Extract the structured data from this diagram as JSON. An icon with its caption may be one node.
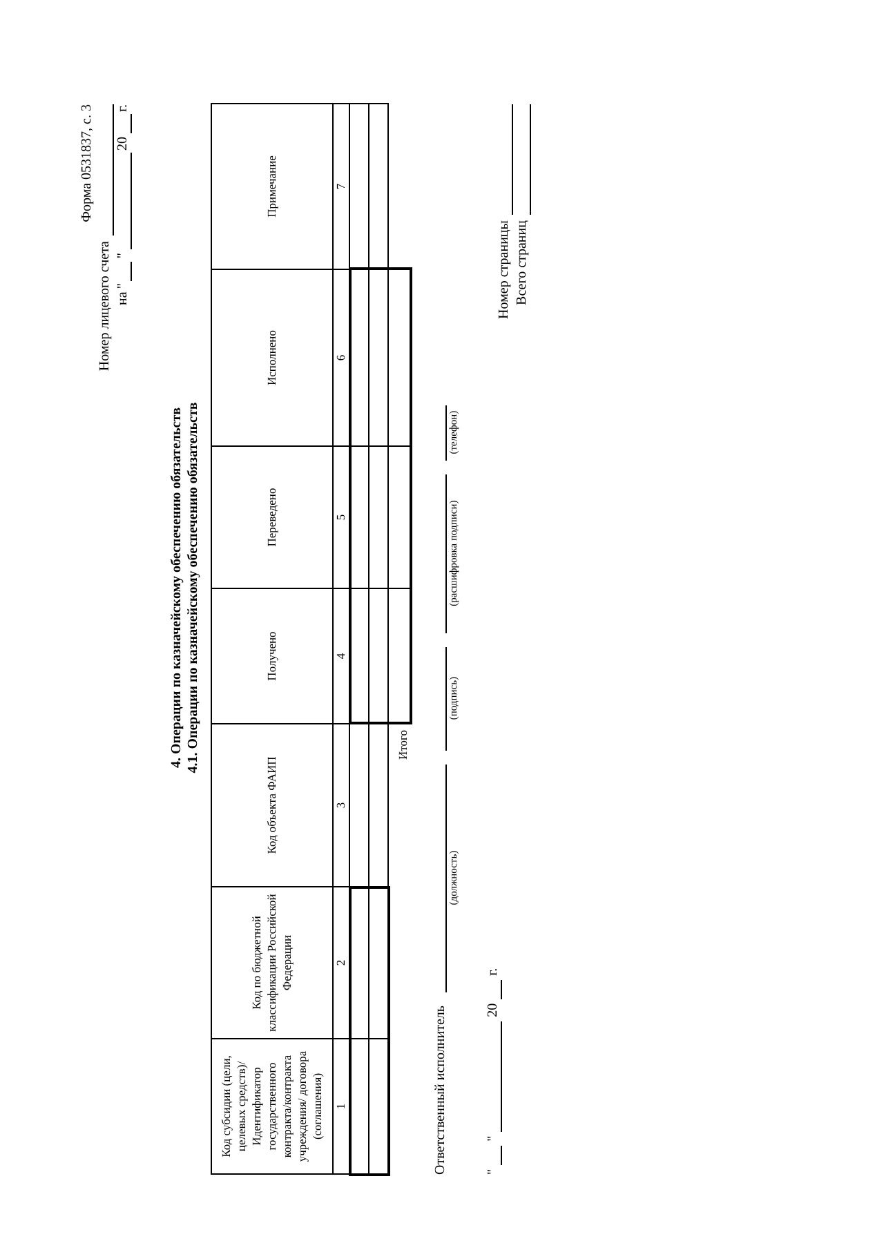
{
  "diagram": {
    "title": "4. Операции по казначейскому обеспечению обязательств",
    "labels": [
      "Форма 0531837, с. 3",
      "Номер лицевого счета",
      "на",
      "\"",
      "\"",
      "20",
      "г.",
      "4.1. Операции по казначейскому обеспечению обязательств",
      "Код субсидии (цели, целевых средств)/Идентификатор государственного контракта/контракта учреждения/ договора (соглашения)",
      "Код по бюджетной классификации Российской Федерации",
      "Код объекта ФАИП",
      "Получено",
      "Переведено",
      "Исполнено",
      "Примечание",
      "1",
      "2",
      "3",
      "4",
      "5",
      "6",
      "7",
      "Итого",
      "Ответственный исполнитель",
      "(должность)",
      "(подпись)",
      "(расшифровка подписи)",
      "(телефон)",
      "\"",
      "\"",
      "20",
      "г.",
      "Номер страницы",
      "Всего страниц"
    ]
  }
}
